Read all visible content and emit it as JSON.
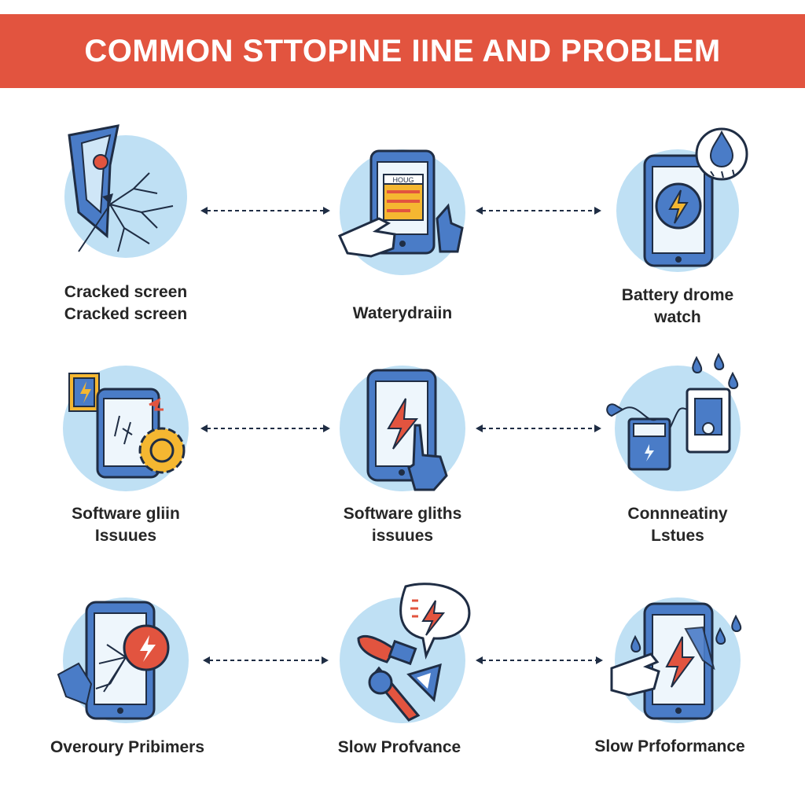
{
  "header": {
    "title": "COMMON STTOPINE IINE AND PROBLEM",
    "color": "#e2543f"
  },
  "colors": {
    "circle": "#bfe0f4",
    "outline": "#1f2d44",
    "phone": "#4a7cc7",
    "accent": "#e2543f",
    "gear": "#f5b731"
  },
  "items": [
    {
      "icon": "cracked-screen-icon",
      "lines": [
        "Cracked screen",
        "Cracked screen"
      ]
    },
    {
      "icon": "phone-touch-icon",
      "screen_text": "HOUG",
      "lines": [
        "Waterydraiin"
      ]
    },
    {
      "icon": "battery-water-icon",
      "lines": [
        "Battery drome",
        "watch"
      ]
    },
    {
      "icon": "software-gear-icon",
      "lines": [
        "Software gliin",
        "Issuues"
      ]
    },
    {
      "icon": "phone-bolt-touch-icon",
      "lines": [
        "Software gliths",
        "issuues"
      ]
    },
    {
      "icon": "connector-battery-icon",
      "lines": [
        "Connneatiny",
        "Lstues"
      ]
    },
    {
      "icon": "cracked-alert-icon",
      "lines": [
        "Overoury Pribimers"
      ]
    },
    {
      "icon": "tools-speech-icon",
      "lines": [
        "Slow Profvance"
      ]
    },
    {
      "icon": "phone-drops-icon",
      "lines": [
        "Slow Prfoformance"
      ]
    }
  ]
}
